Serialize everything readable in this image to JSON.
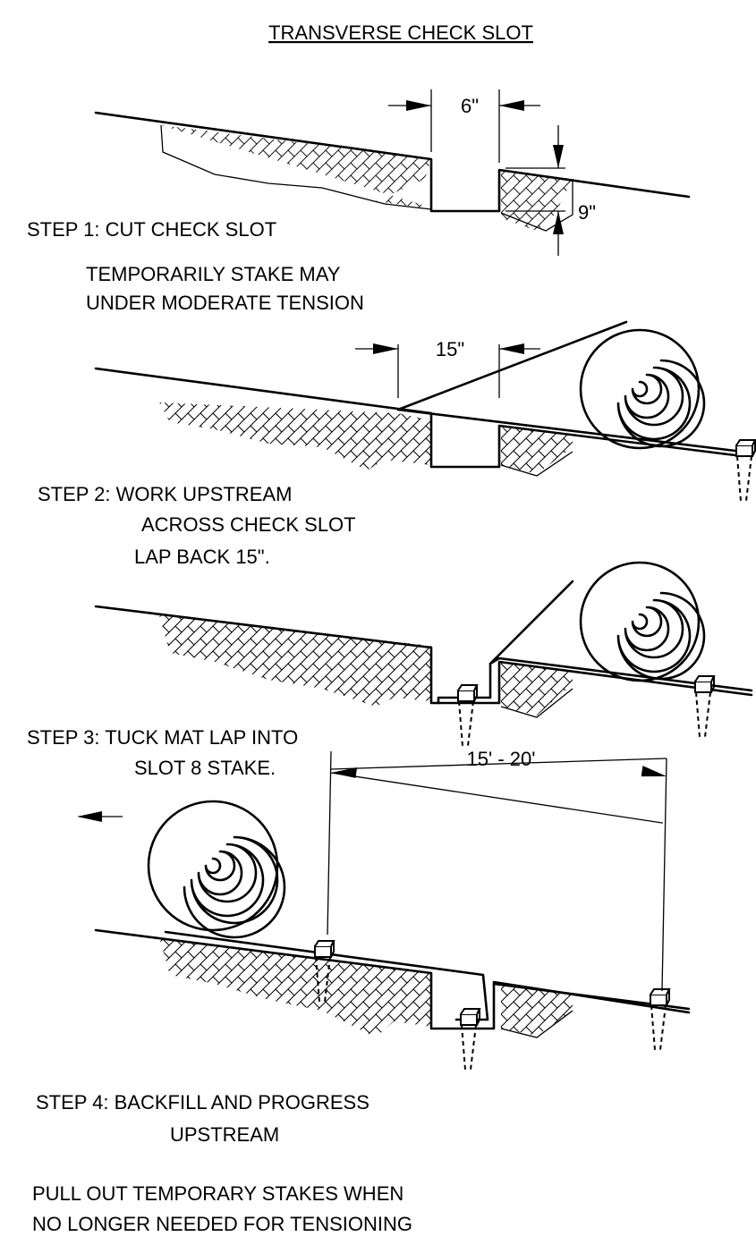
{
  "title": "TRANSVERSE CHECK SLOT",
  "dimensions": {
    "slot_width": "6\"",
    "slot_depth": "9\"",
    "lap_back": "15\"",
    "stake_spacing": "15' - 20'"
  },
  "steps": [
    {
      "lines": [
        "STEP 1:  CUT CHECK SLOT"
      ]
    },
    {
      "lines": [
        "TEMPORARILY STAKE MAY",
        "UNDER MODERATE TENSION"
      ]
    },
    {
      "lines": [
        "STEP 2:  WORK UPSTREAM",
        "ACROSS CHECK SLOT",
        "LAP BACK 15\"."
      ]
    },
    {
      "lines": [
        "STEP 3:  TUCK MAT LAP INTO",
        "SLOT 8 STAKE."
      ]
    },
    {
      "lines": [
        "STEP 4:  BACKFILL AND PROGRESS",
        "UPSTREAM"
      ]
    }
  ],
  "footer": {
    "lines": [
      "PULL OUT TEMPORARY STAKES WHEN",
      "NO LONGER NEEDED FOR TENSIONING"
    ]
  }
}
